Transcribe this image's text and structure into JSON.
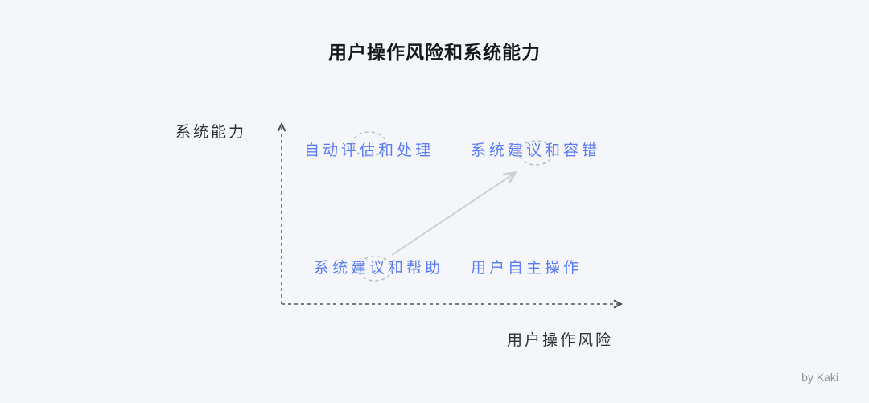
{
  "title": "用户操作风险和系统能力",
  "axes": {
    "y_label": "系统能力",
    "x_label": "用户操作风险"
  },
  "quadrants": [
    {
      "position": "top-left",
      "label": "自动评估和处理"
    },
    {
      "position": "top-right",
      "label": "系统建议和容错"
    },
    {
      "position": "bottom-left",
      "label": "系统建议和帮助"
    },
    {
      "position": "bottom-right",
      "label": "用户自主操作"
    }
  ],
  "annotations": {
    "arrow": "trend arrow from bottom-left quadrant to top-right quadrant",
    "circled_terms": [
      "估",
      "议",
      "议"
    ]
  },
  "attribution": "by Kaki",
  "colors": {
    "background": "#f4f6f9",
    "title_text": "#15181d",
    "axis_text": "#2c3037",
    "quadrant_text": "#5b7bf7",
    "axis_line": "#4c5058",
    "trend_arrow": "#ccd1d9",
    "dashed_circle": "#b7bdc7",
    "attribution_text": "#8b919a"
  }
}
